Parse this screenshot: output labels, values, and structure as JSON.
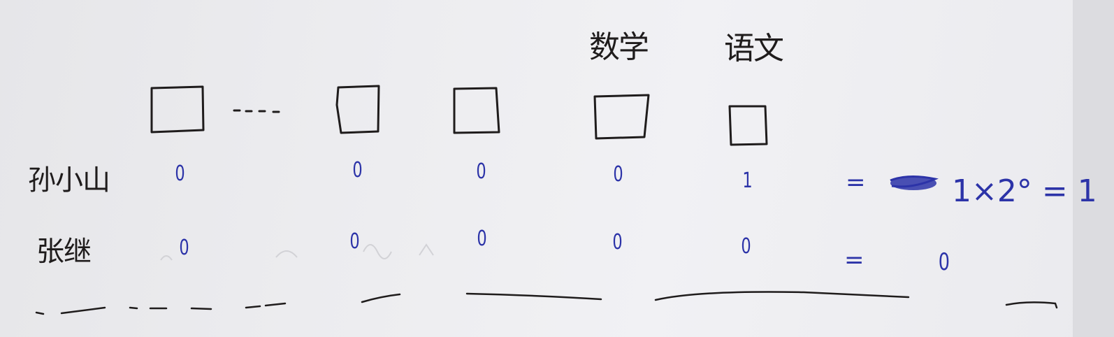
{
  "colors": {
    "ink_black": "#1f1c1c",
    "ink_blue": "#2c33a8",
    "paper": "#ececef"
  },
  "subjects": [
    {
      "label": "数学"
    },
    {
      "label": "语文"
    }
  ],
  "checkbox_row": {
    "ellipsis": "- - - -"
  },
  "students": [
    {
      "name": "孙小山",
      "bits": [
        "0",
        "0",
        "0",
        "0",
        "1"
      ],
      "equals": "=",
      "result": "1×2° = 1"
    },
    {
      "name": "张继",
      "bits": [
        "0",
        "0",
        "0",
        "0",
        "0"
      ],
      "equals": "=",
      "result": "0"
    }
  ]
}
